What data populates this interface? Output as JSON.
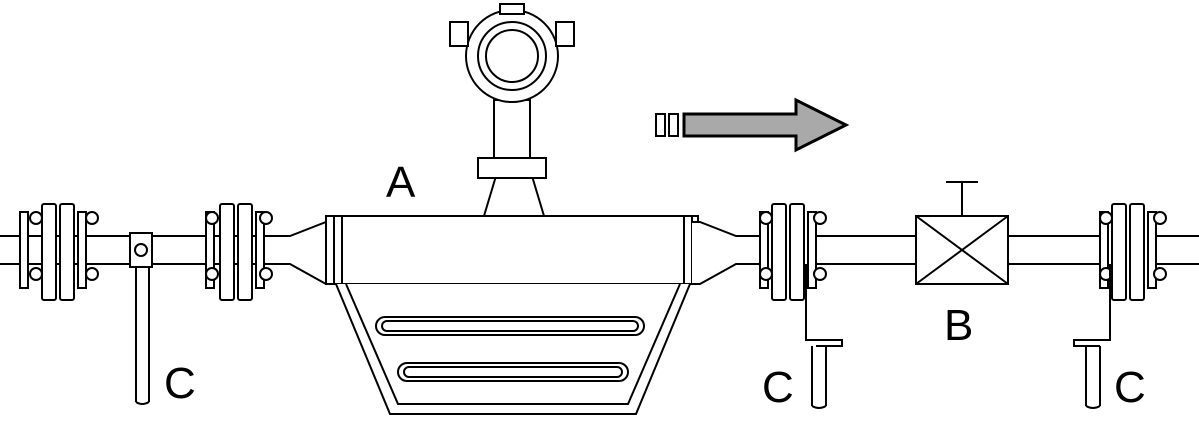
{
  "labels": {
    "meter": "A",
    "valve": "B",
    "support_left": "C",
    "support_mid": "C",
    "support_right": "C"
  },
  "colors": {
    "line": "#000000",
    "arrow_fill": "#a9a9a9",
    "background": "#ffffff"
  },
  "flow_direction": "right"
}
